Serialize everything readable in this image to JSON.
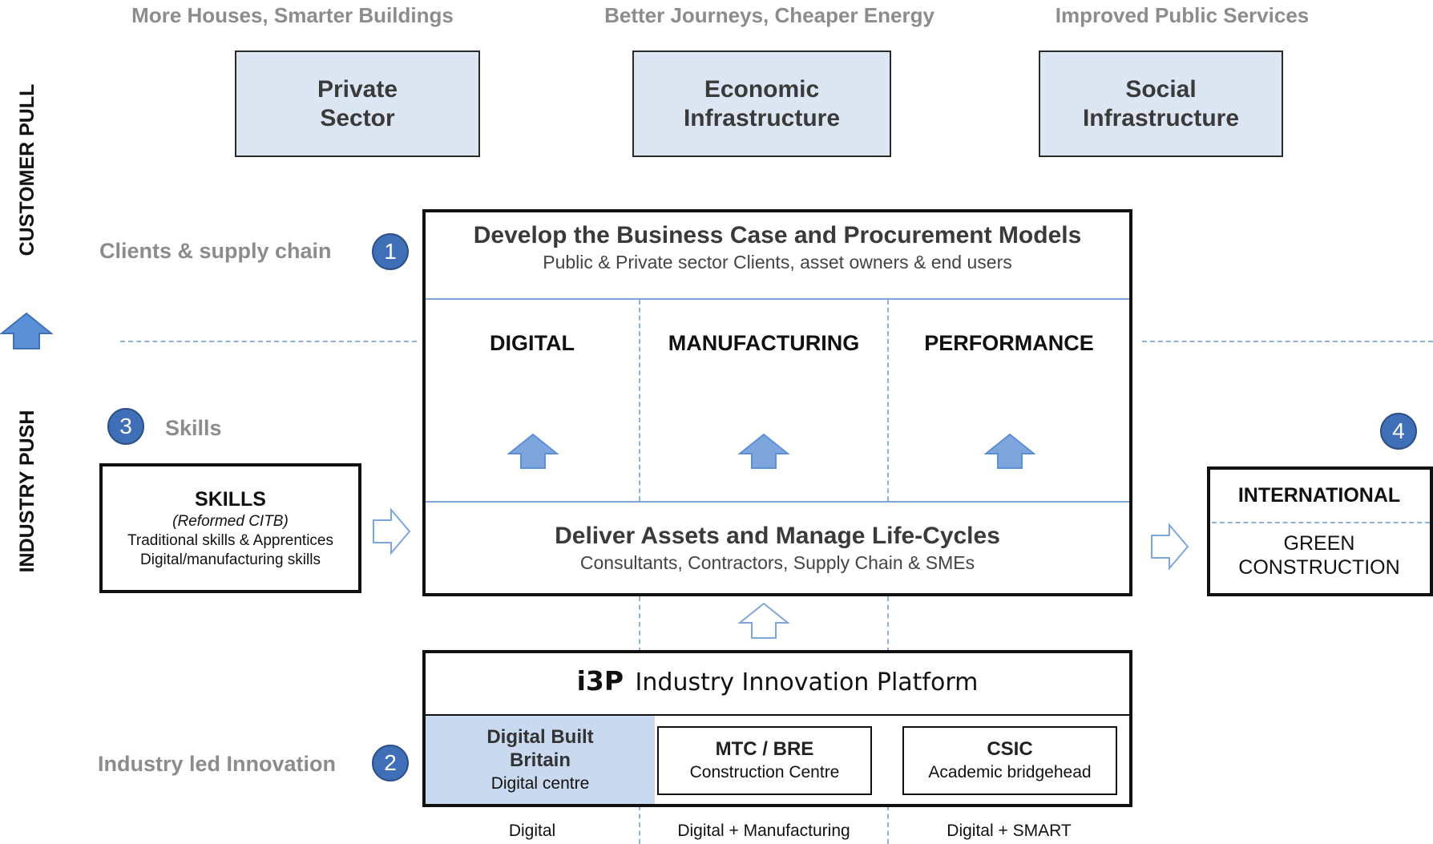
{
  "taglines": [
    "More Houses, Smarter Buildings",
    "Better Journeys, Cheaper Energy",
    "Improved Public Services"
  ],
  "sectors": [
    {
      "line1": "Private",
      "line2": "Sector"
    },
    {
      "line1": "Economic",
      "line2": "Infrastructure"
    },
    {
      "line1": "Social",
      "line2": "Infrastructure"
    }
  ],
  "axis": {
    "customer_pull": "CUSTOMER PULL",
    "industry_push": "INDUSTRY PUSH"
  },
  "side_labels": {
    "clients": "Clients & supply chain",
    "skills": "Skills",
    "innovation": "Industry led Innovation"
  },
  "badges": {
    "one": "1",
    "two": "2",
    "three": "3",
    "four": "4"
  },
  "business_case": {
    "title": "Develop the Business Case and Procurement Models",
    "subtitle": "Public & Private sector Clients, asset owners & end users"
  },
  "columns": [
    "DIGITAL",
    "MANUFACTURING",
    "PERFORMANCE"
  ],
  "deliver": {
    "title": "Deliver Assets and Manage Life-Cycles",
    "subtitle": "Consultants, Contractors, Supply Chain & SMEs"
  },
  "skills_box": {
    "title": "SKILLS",
    "line1": "(Reformed CITB)",
    "line2": "Traditional skills & Apprentices",
    "line3": "Digital/manufacturing skills"
  },
  "international_box": {
    "top": "INTERNATIONAL",
    "line1": "GREEN",
    "line2": "CONSTRUCTION"
  },
  "i3p": {
    "acronym": "i3P",
    "name": "Industry Innovation Platform"
  },
  "centres": {
    "dbb": {
      "line1": "Digital Built",
      "line2": "Britain",
      "line3": "Digital centre"
    },
    "mtc": {
      "line1": "MTC / BRE",
      "line2": "Construction Centre"
    },
    "csic": {
      "line1": "CSIC",
      "line2": "Academic bridgehead"
    }
  },
  "bottom_labels": [
    "Digital",
    "Digital + Manufacturing",
    "Digital + SMART"
  ],
  "colors": {
    "sector_fill": "#dce6f2",
    "badge": "#3f6fb6",
    "arrow_fill": "#7ea6dc",
    "dashed": "#8fb0d8",
    "dbb_fill": "#c9d9f0"
  }
}
